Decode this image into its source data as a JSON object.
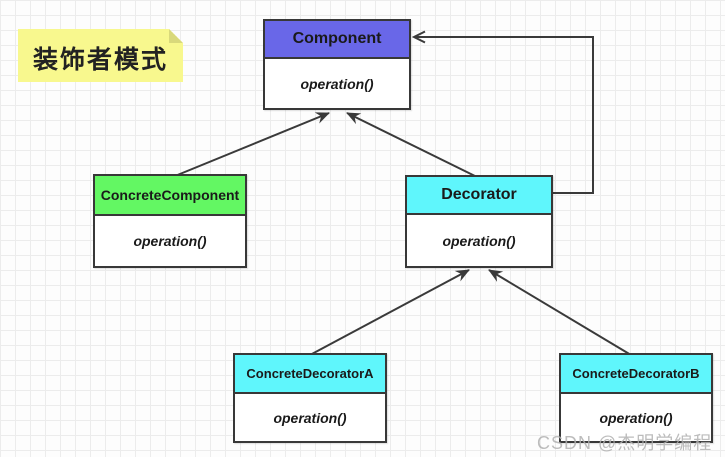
{
  "title_note": {
    "text": "装饰者模式"
  },
  "diagram": {
    "classes": [
      {
        "name": "Component",
        "method": "operation()",
        "header_color": "#6967E8"
      },
      {
        "name": "ConcreteComponent",
        "method": "operation()",
        "header_color": "#63F763"
      },
      {
        "name": "Decorator",
        "method": "operation()",
        "header_color": "#5FF6FC"
      },
      {
        "name": "ConcreteDecoratorA",
        "method": "operation()",
        "header_color": "#5FF6FC"
      },
      {
        "name": "ConcreteDecoratorB",
        "method": "operation()",
        "header_color": "#5FF6FC"
      }
    ],
    "relations": [
      {
        "from": "ConcreteComponent",
        "to": "Component",
        "type": "generalization"
      },
      {
        "from": "Decorator",
        "to": "Component",
        "type": "generalization"
      },
      {
        "from": "Decorator",
        "to": "Component",
        "type": "association"
      },
      {
        "from": "ConcreteDecoratorA",
        "to": "Decorator",
        "type": "generalization"
      },
      {
        "from": "ConcreteDecoratorB",
        "to": "Decorator",
        "type": "generalization"
      }
    ]
  },
  "watermark": {
    "text": "CSDN @杰明学编程"
  },
  "colors": {
    "line": "#3A3A3A",
    "note_bg": "#F8F88E",
    "note_fold": "#D9D97B",
    "grid_line": "#ECECEC",
    "canvas_bg": "#FDFDFD",
    "component_header": "#6967E8",
    "concrete_component_header": "#63F763",
    "decorator_header": "#5FF6FC"
  }
}
